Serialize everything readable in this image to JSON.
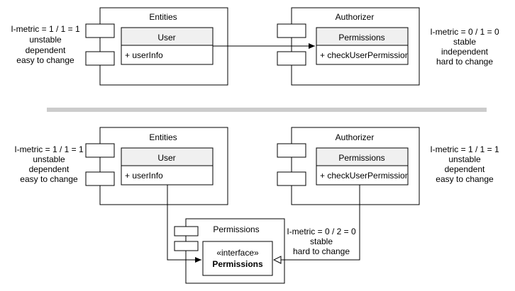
{
  "top": {
    "left_metrics": [
      "I-metric = 1 / 1 = 1",
      "unstable",
      "dependent",
      "easy to change"
    ],
    "entities_title": "Entities",
    "user_class": {
      "name": "User",
      "member": "+ userInfo"
    },
    "authorizer_title": "Authorizer",
    "permissions_class": {
      "name": "Permissions",
      "member": "+ checkUserPermission"
    },
    "right_metrics": [
      "I-metric = 0 / 1 = 0",
      "stable",
      "independent",
      "hard to change"
    ]
  },
  "bottom": {
    "left_metrics": [
      "I-metric = 1 / 1 = 1",
      "unstable",
      "dependent",
      "easy to change"
    ],
    "entities_title": "Entities",
    "user_class": {
      "name": "User",
      "member": "+ userInfo"
    },
    "authorizer_title": "Authorizer",
    "permissions_class": {
      "name": "Permissions",
      "member": "+ checkUserPermission"
    },
    "right_metrics": [
      "I-metric = 1 / 1 = 1",
      "unstable",
      "dependent",
      "easy to change"
    ],
    "permissions_component_title": "Permissions",
    "interface": {
      "stereotype": "«interface»",
      "name": "Permissions"
    },
    "interface_metrics": [
      "I-metric = 0 / 2 = 0",
      "stable",
      "hard to change"
    ]
  },
  "colors": {
    "class_header": "#f0f0f0",
    "divider": "#cccccc",
    "stroke": "#000000"
  }
}
